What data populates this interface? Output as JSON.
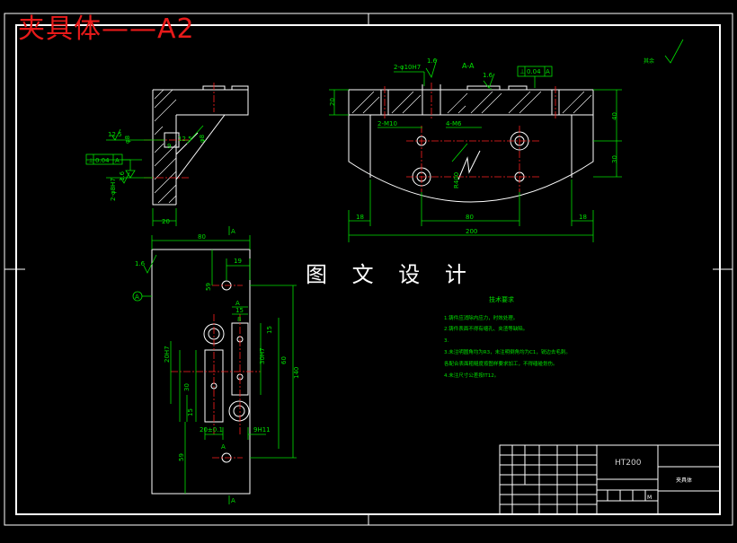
{
  "sheet": {
    "title": "夹具体——A2",
    "watermark": "图 文 设 计",
    "colors": {
      "background": "#000000",
      "outline": "#ffffff",
      "dimension": "#00e000",
      "centerline": "#ff2020",
      "title": "#e81a1a"
    }
  },
  "views": {
    "section_label": "A-A",
    "side_view": {
      "dims": {
        "width_bottom": "20",
        "roughness_top": "12.5",
        "roughness_mid": "12.5",
        "hole_left": "φ8",
        "hole_right": "φ8",
        "small_dim": "9",
        "thread": "2-φ8H7",
        "roughness_low": "1.6"
      },
      "tolerance": {
        "symbol": "⊥",
        "value": "0.04",
        "datum": "A"
      }
    },
    "front_view": {
      "dims": {
        "hole_top": "2-φ10H7",
        "hole_bottom": "2-M10",
        "thread": "4-M6",
        "height_left": "20",
        "height_right1": "40",
        "height_right2": "30",
        "radius": "R400",
        "width_total": "200",
        "offset_left": "18",
        "offset_right": "18",
        "hole_spacing": "80",
        "roughness_a": "1.6",
        "roughness_b": "1.6"
      },
      "tolerance": {
        "symbol": "⊥",
        "value": "0.04",
        "datum": "A"
      },
      "roughness_general": "其余"
    },
    "top_view": {
      "dims": {
        "width": "80",
        "d19": "19",
        "d59_top": "59",
        "d15": "15",
        "d8": "8",
        "d15b": "15",
        "d60": "60",
        "d30": "30",
        "d15c": "15",
        "d20H7": "20H7",
        "d30H7": "30H7",
        "d140": "140",
        "d20pm": "20±0.1",
        "d9": "9H11",
        "d59_bottom": "59",
        "roughness": "1.6"
      },
      "section_marks": [
        "A",
        "A",
        "A",
        "A"
      ],
      "datum_symbol": "A"
    }
  },
  "notes": {
    "heading": "技术要求",
    "items": [
      "1.铸件应消除内应力，时效处理。",
      "2.铸件表面不得有缩孔、夹渣等缺陷。",
      "3.",
      "3.未注明圆角均为R3，未注明倒角均为C1，锐边去毛刺。",
      "各配合表面粗糙度按图样要求加工，不得磕碰划伤。",
      "4.未注尺寸公差按IT12。"
    ]
  },
  "title_block": {
    "material": "HT200",
    "part_name": "夹具体",
    "mark": "M"
  }
}
